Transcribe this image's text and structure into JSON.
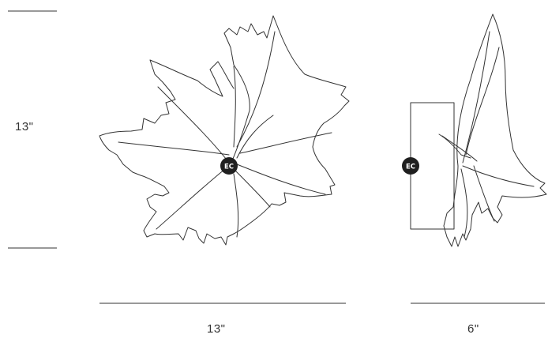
{
  "dimensions": {
    "height": "13\"",
    "front_width": "13\"",
    "side_depth": "6\""
  },
  "badges": {
    "front": "EC",
    "side": "EC"
  },
  "colors": {
    "line": "#333333",
    "badge_fill": "#1f1f1f",
    "badge_text": "#ffffff",
    "background": "#ffffff"
  }
}
